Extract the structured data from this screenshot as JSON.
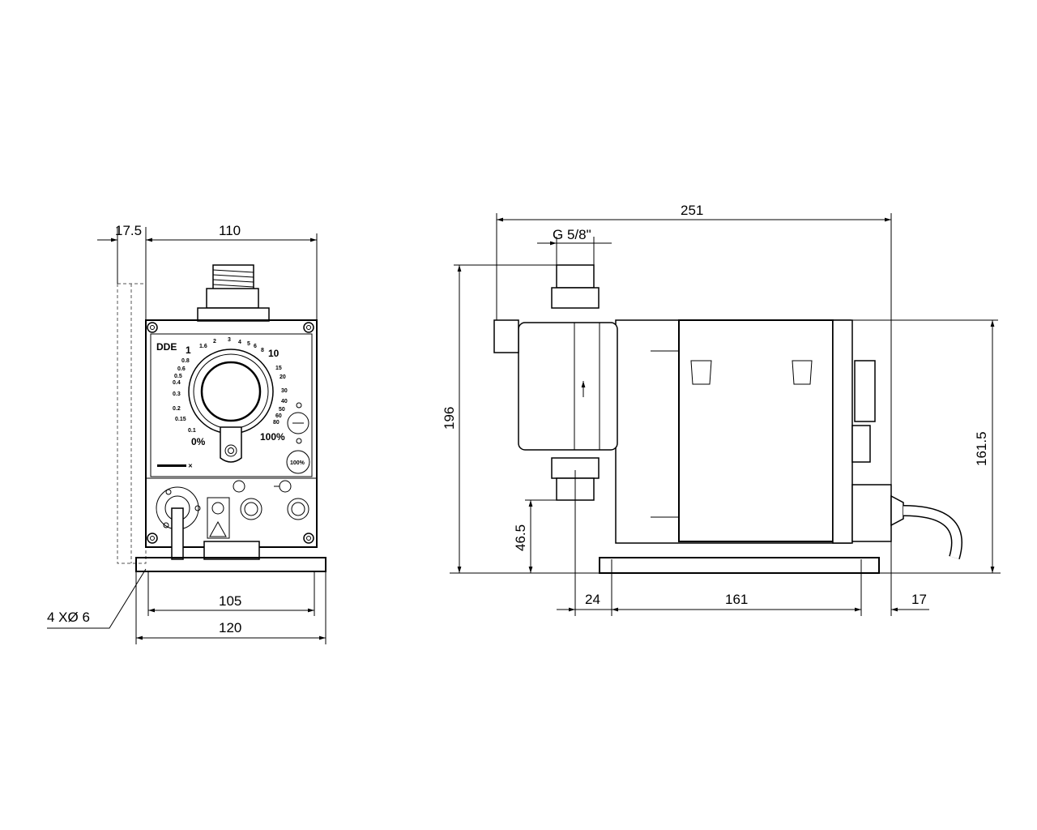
{
  "front_view": {
    "dims": {
      "wall_offset": "17.5",
      "width": "110",
      "hole_spacing": "105",
      "base_width": "120",
      "holes": "4 XØ 6"
    },
    "panel": {
      "model": "DDE",
      "big_1": "1",
      "big_10": "10",
      "scale_left": [
        "0.8",
        "0.6",
        "0.5",
        "0.4",
        "0.3",
        "0.2",
        "0.15",
        "0.1"
      ],
      "scale_top": [
        "1.6",
        "2",
        "3",
        "4",
        "5",
        "6",
        "8"
      ],
      "scale_right": [
        "15",
        "20",
        "30",
        "40",
        "50",
        "60",
        "80"
      ],
      "zero": "0%",
      "hundred": "100%",
      "button_100": "100%"
    }
  },
  "side_view": {
    "dims": {
      "length": "251",
      "thread": "G 5/8\"",
      "height": "196",
      "inlet_height": "46.5",
      "mount_height": "161.5",
      "front_offset": "24",
      "hole_spacing": "161",
      "rear_offset": "17"
    }
  }
}
